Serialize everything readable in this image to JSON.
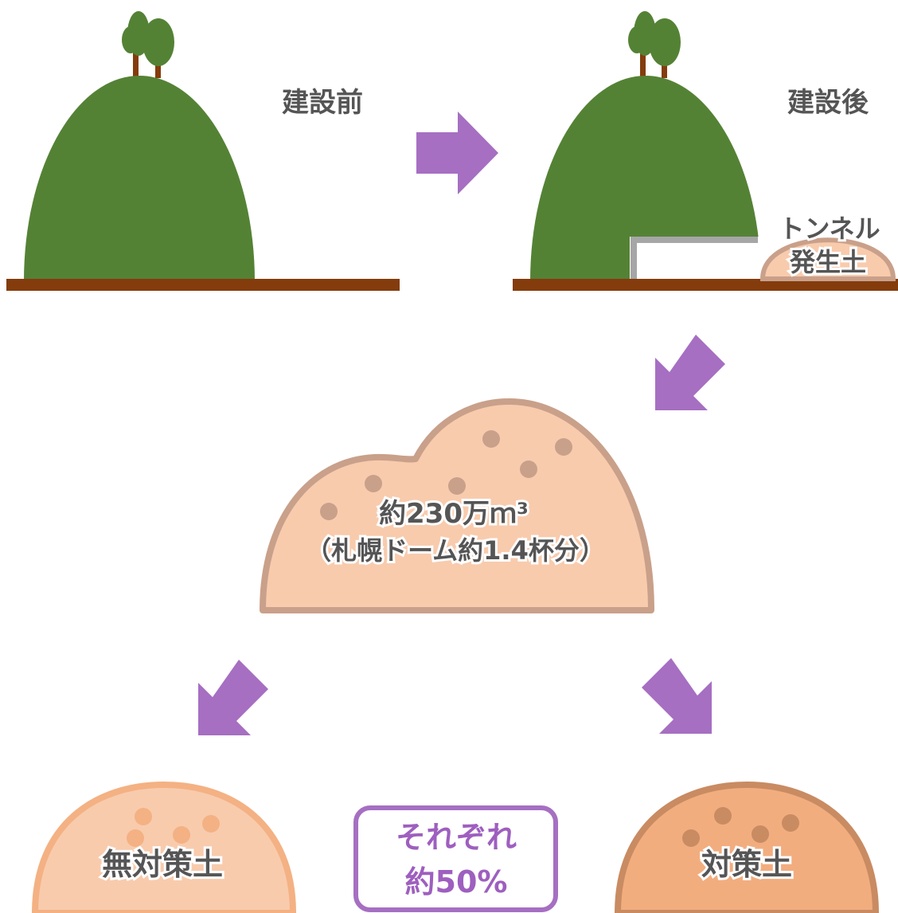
{
  "panels": {
    "before": {
      "label": "建設前"
    },
    "after": {
      "label": "建設後",
      "tunnel_label_line1": "トンネル",
      "tunnel_label_line2": "発生土"
    }
  },
  "volume": {
    "line1": "約230万ｍ³",
    "line2": "（札幌ドーム約1.4杯分）"
  },
  "outcomes": {
    "untreated": {
      "label": "無対策土"
    },
    "treated": {
      "label": "対策土"
    },
    "ratio_line1": "それぞれ",
    "ratio_line2": "約50%"
  },
  "colors": {
    "hill": "#548235",
    "ground": "#843c0c",
    "arrow": "#a66fc2",
    "soil_light": "#f8cbad",
    "soil_border": "#c9a08a",
    "untreated_fill": "#f8cbad",
    "untreated_border": "#f4b183",
    "treated_fill": "#f2ad7f",
    "treated_border": "#c98b62",
    "text": "#555555",
    "ratio_text": "#9e5fbf"
  }
}
